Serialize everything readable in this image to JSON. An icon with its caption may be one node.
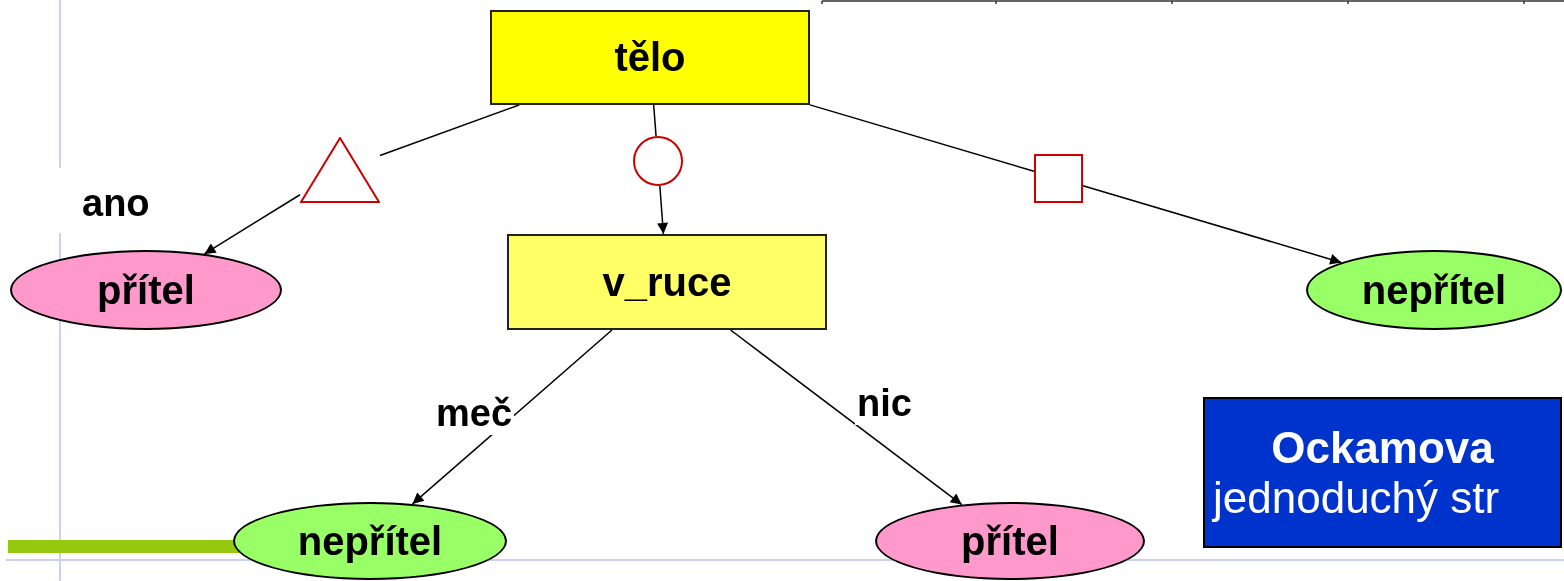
{
  "diagram": {
    "nodes": [
      {
        "text": [
          "tělo"
        ]
      },
      {
        "text": [],
        "shape": "triangle"
      },
      {
        "text": [],
        "shape": "circle"
      },
      {
        "text": [],
        "shape": "box"
      },
      {
        "text": [
          "přítel"
        ]
      },
      {
        "text": [
          "v_ruce"
        ]
      },
      {
        "text": [
          "nepřítel"
        ]
      },
      {
        "text": [
          "nepřítel"
        ]
      },
      {
        "text": [
          "přítel"
        ]
      },
      {
        "text": [
          "Ockamova",
          "jednoduchý str"
        ]
      }
    ],
    "edges": [
      {
        "from": 0,
        "to": 1,
        "arrow": "none"
      },
      {
        "from": 1,
        "to": 4,
        "arrow": "to",
        "label": "ano"
      },
      {
        "from": 0,
        "to": 2,
        "arrow": "none"
      },
      {
        "from": 2,
        "to": 5,
        "arrow": "to"
      },
      {
        "from": 0,
        "to": 3,
        "arrow": "none"
      },
      {
        "from": 3,
        "to": 6,
        "arrow": "to"
      },
      {
        "from": 5,
        "to": 7,
        "arrow": "to",
        "label": "meč"
      },
      {
        "from": 5,
        "to": 8,
        "arrow": "to",
        "label": "nic"
      }
    ]
  }
}
